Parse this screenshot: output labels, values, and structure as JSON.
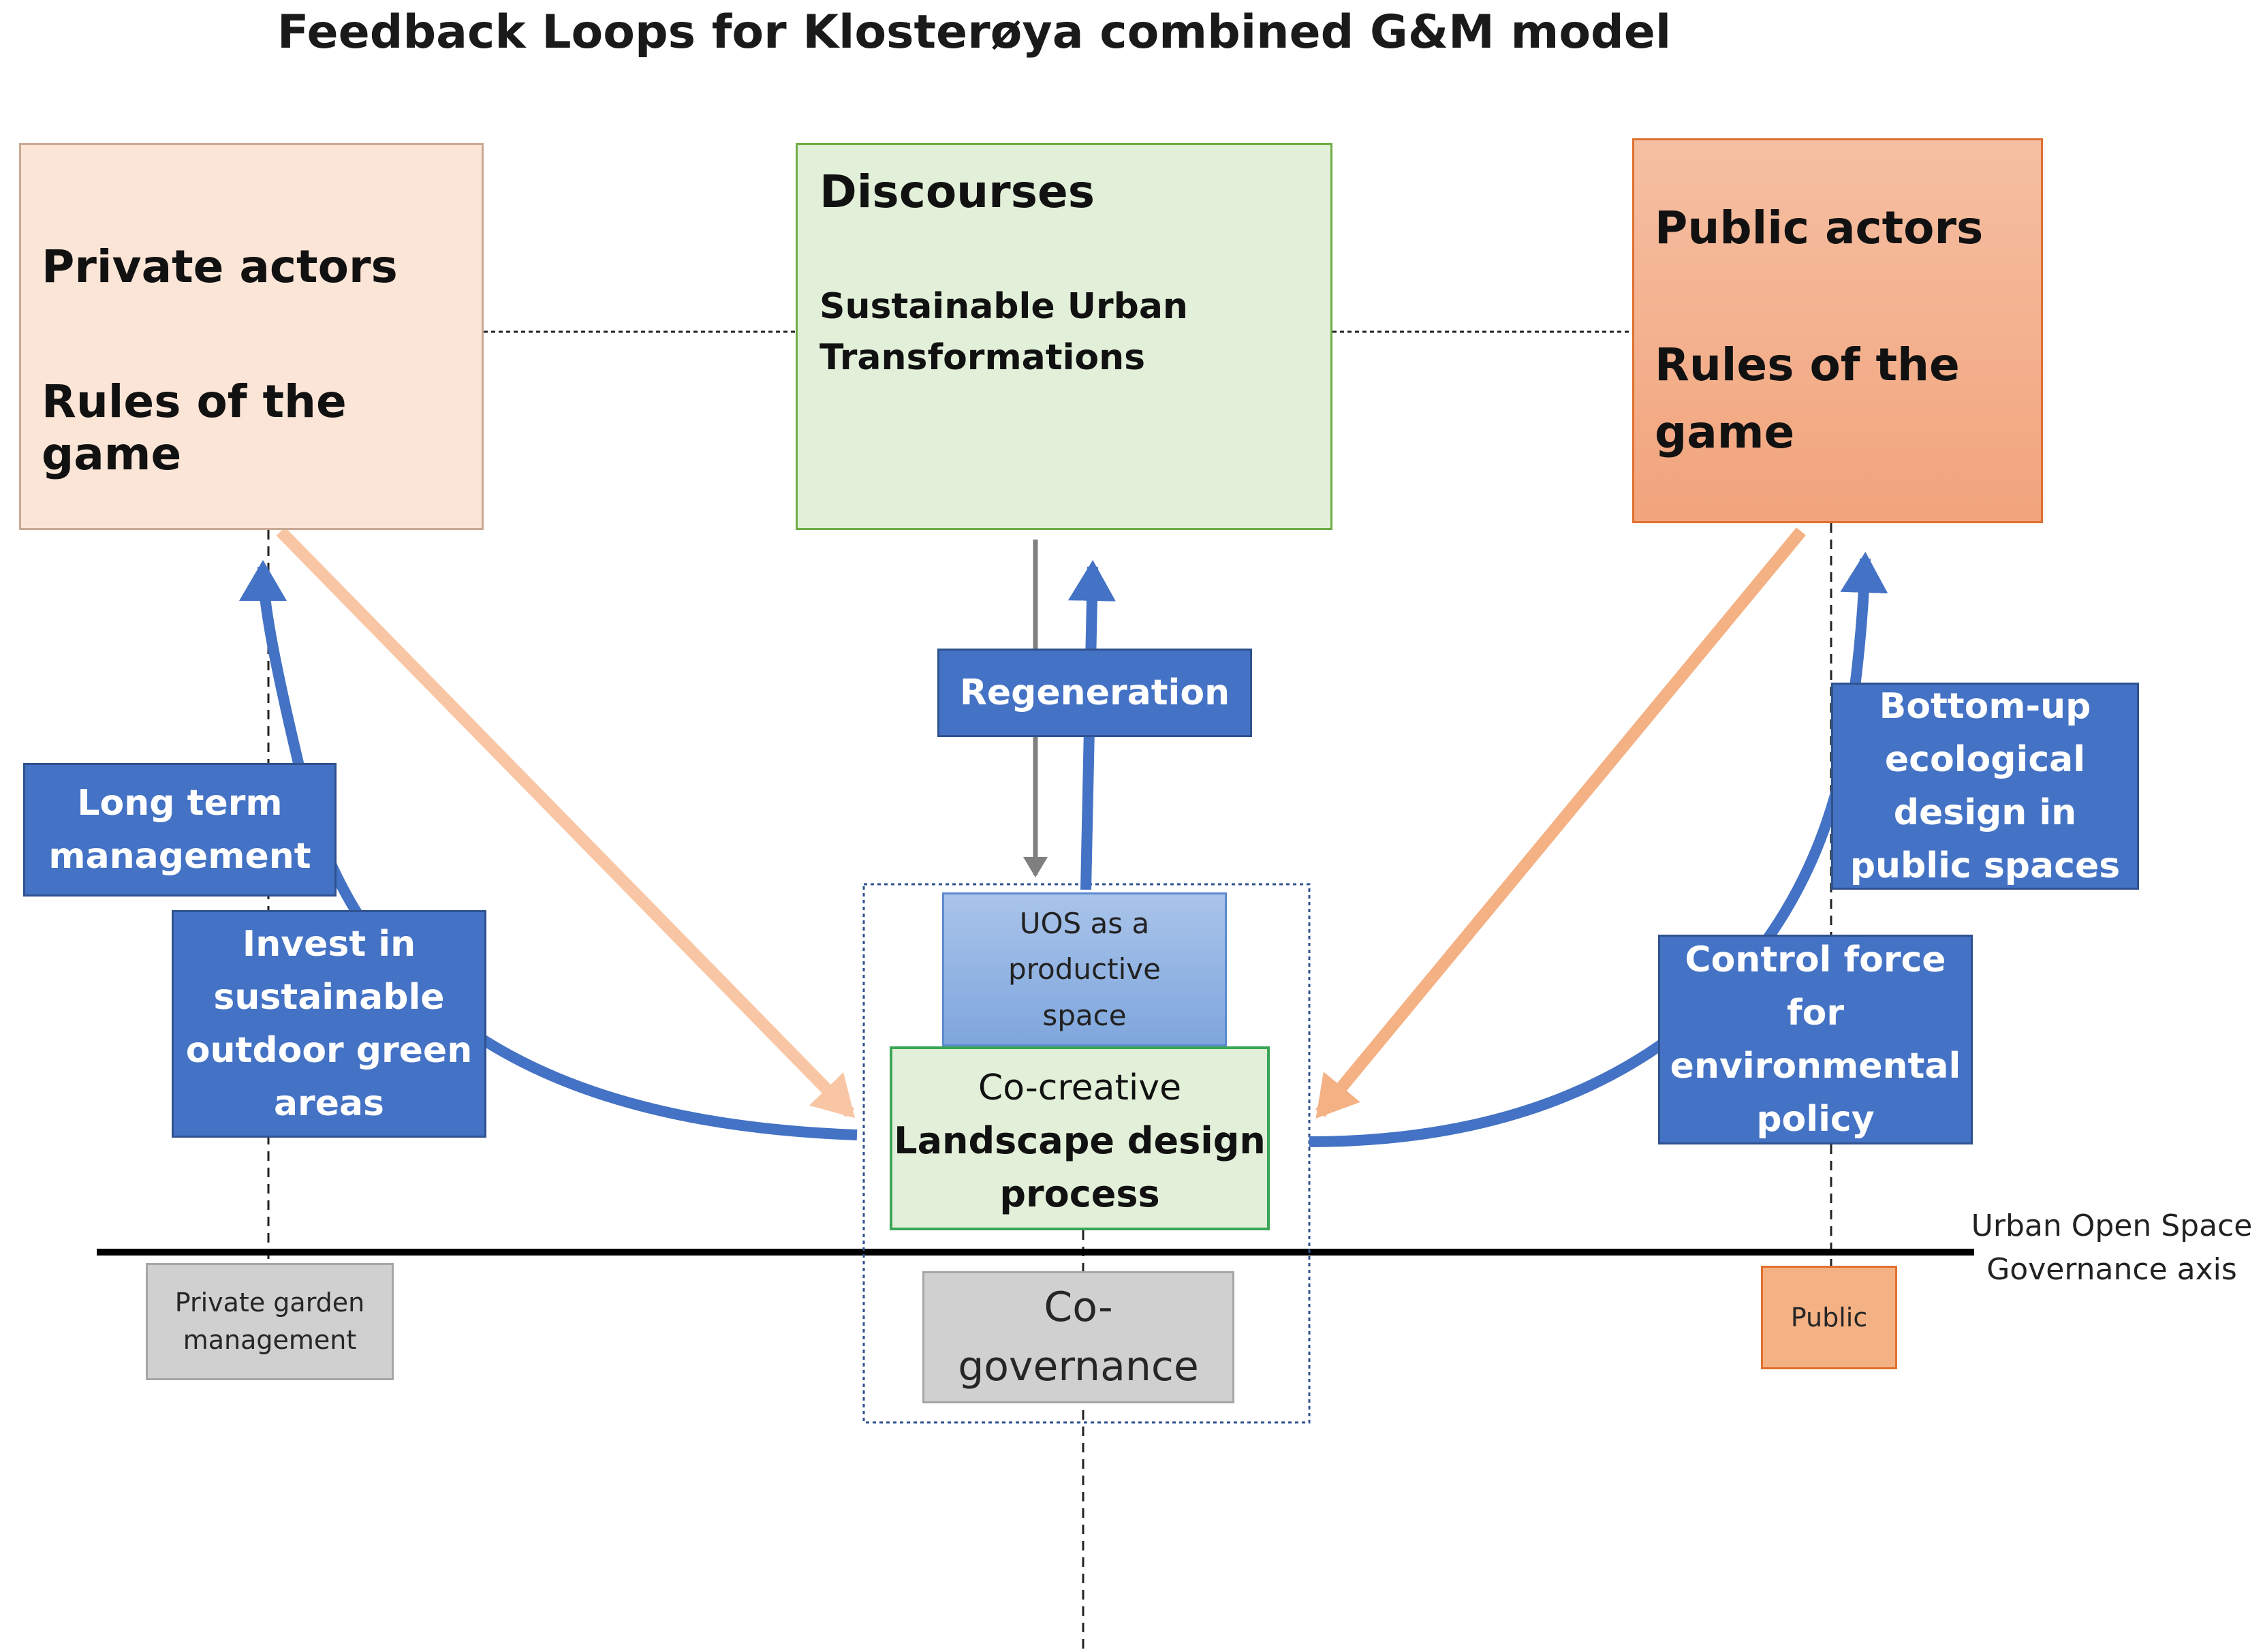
{
  "title": "Feedback Loops for Klosterøya combined G&M model",
  "private_actors": {
    "heading": "Private actors",
    "subheading": "Rules of the game"
  },
  "discourses": {
    "heading": "Discourses",
    "subheading": "Sustainable Urban\nTransformations"
  },
  "public_actors": {
    "heading": "Public actors",
    "subheading": "Rules of the\ngame"
  },
  "labels": {
    "regeneration": "Regeneration",
    "long_term_management": "Long term\nmanagement",
    "invest": "Invest in\nsustainable\noutdoor green\nareas",
    "bottom_up": "Bottom-up\necological\ndesign in\npublic spaces",
    "control_force": "Control force\nfor\nenvironmental\npolicy"
  },
  "center": {
    "uos": "UOS as a\nproductive\nspace",
    "co_creative": "Co-creative",
    "landscape_design": "Landscape design\nprocess",
    "co_governance": "Co-\ngovernance"
  },
  "axis": {
    "label": "Urban Open Space\nGovernance axis",
    "private_end": "Private garden\nmanagement",
    "public_end": "Public"
  },
  "colors": {
    "blue_arrow": "#4472c4",
    "light_orange_arrow": "#f8c6a4",
    "orange_arrow": "#f4b183",
    "grey_arrow": "#7f7f7f",
    "private_fill": "#fbe5d6",
    "discourses_fill": "#e2f0d9",
    "public_fill": "#f4b183"
  }
}
